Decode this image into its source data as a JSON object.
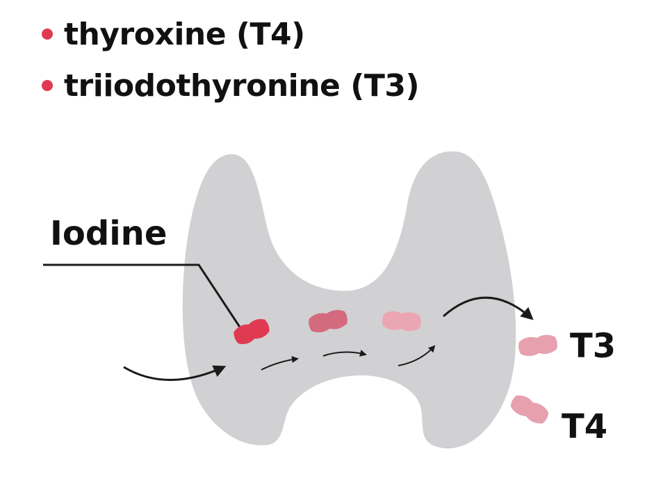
{
  "legend": {
    "items": [
      {
        "label": "thyroxine (T4)",
        "bullet_color": "#e03a52"
      },
      {
        "label": "triiodothyronine (T3)",
        "bullet_color": "#e03a52"
      }
    ]
  },
  "diagram": {
    "iodine_label": "Iodine",
    "t3_label": "T3",
    "t4_label": "T4",
    "gland_color": "#d1d1d3",
    "molecule_colors": {
      "iodine": "#e03a52",
      "intermediate_1": "#d46a7d",
      "intermediate_2": "#eba6b3",
      "output": "#e6a0ae"
    },
    "arrow_color": "#1a1a1a"
  }
}
